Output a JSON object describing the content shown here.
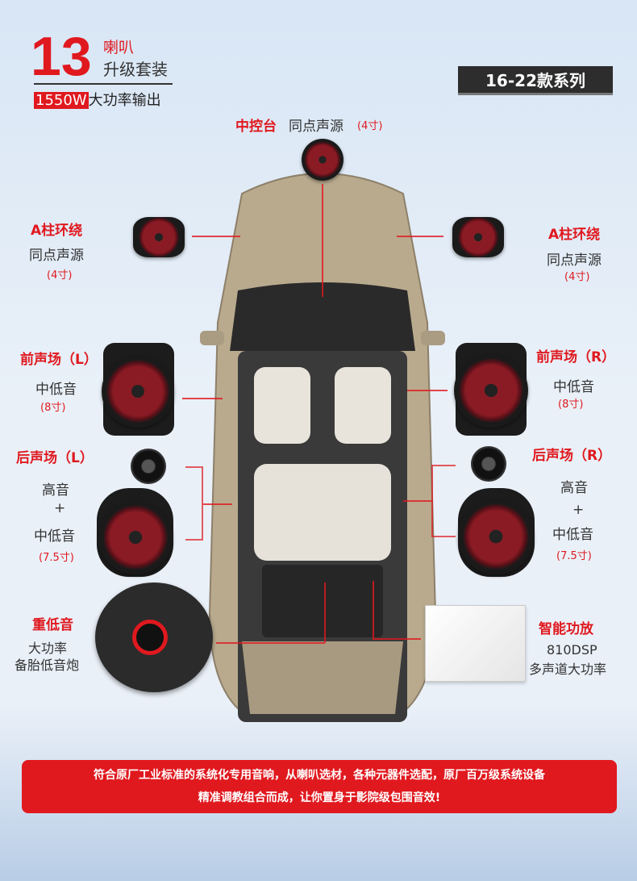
{
  "header": {
    "count": "13",
    "t1": "喇叭",
    "t2": "升级套装",
    "watt": "1550W",
    "watt_suffix": "大功率输出",
    "series": "16-22款系列"
  },
  "center": {
    "title": "中控台",
    "desc": "同点声源",
    "size": "(4寸)"
  },
  "a_left": {
    "title": "A柱环绕",
    "desc": "同点声源",
    "size": "(4寸)"
  },
  "a_right": {
    "title": "A柱环绕",
    "desc": "同点声源",
    "size": "(4寸)"
  },
  "front_left": {
    "title": "前声场（L）",
    "desc": "中低音",
    "size": "(8寸)"
  },
  "front_right": {
    "title": "前声场（R）",
    "desc": "中低音",
    "size": "(8寸)"
  },
  "rear_left": {
    "title": "后声场（L）",
    "high": "高音",
    "plus": "+",
    "desc": "中低音",
    "size": "(7.5寸)"
  },
  "rear_right": {
    "title": "后声场（R）",
    "high": "高音",
    "plus": "+",
    "desc": "中低音",
    "size": "(7.5寸)"
  },
  "sub": {
    "title": "重低音",
    "l1": "大功率",
    "l2": "备胎低音炮"
  },
  "amp": {
    "title": "智能功放",
    "model": "810DSP",
    "desc": "多声道大功率"
  },
  "banner": {
    "line1": "符合原厂工业标准的系统化专用音响，从喇叭选材，各种元器件选配，原厂百万级系统设备",
    "line2": "精准调教组合而成，让你置身于影院级包围音效!"
  }
}
